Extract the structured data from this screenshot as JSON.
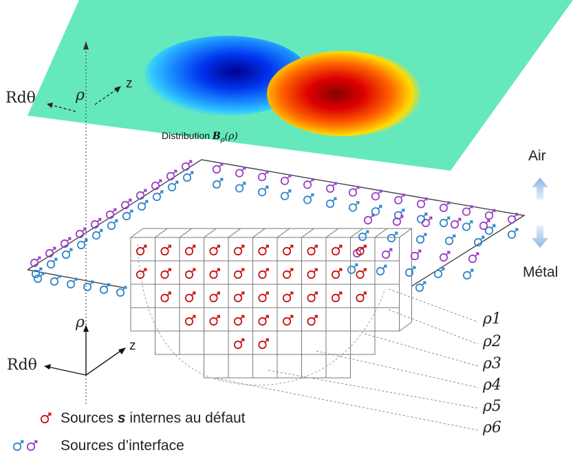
{
  "top_plane": {
    "distribution_prefix": "Distribution ",
    "distribution_symbol": "B",
    "distribution_subscript": "ρ",
    "distribution_arg": "(ρ)",
    "axis_rho": "ρ",
    "axis_rdtheta": "Rdθ",
    "axis_z": "z",
    "color_plane": "#66e8bd",
    "color_negative": "#0022cc",
    "color_positive": "#cc0000"
  },
  "bottom_axes": {
    "axis_rho": "ρ",
    "axis_rdtheta": "Rdθ",
    "axis_z": "z"
  },
  "media": {
    "air": "Air",
    "metal": "Métal"
  },
  "layers": [
    "ρ1",
    "ρ2",
    "ρ3",
    "ρ4",
    "ρ5",
    "ρ6"
  ],
  "legend": {
    "internal_prefix": "Sources ",
    "internal_symbol": "s",
    "internal_suffix": " internes au défaut",
    "interface": "Sources d’interface"
  },
  "colors": {
    "internal_source": "#cc1111",
    "interface_blue": "#2f86cc",
    "interface_purple": "#9b3fc8",
    "arrow_up": "#9ec1e8",
    "arrow_down": "#9ec1e8"
  },
  "icons": {
    "source": "male-sign-icon"
  }
}
